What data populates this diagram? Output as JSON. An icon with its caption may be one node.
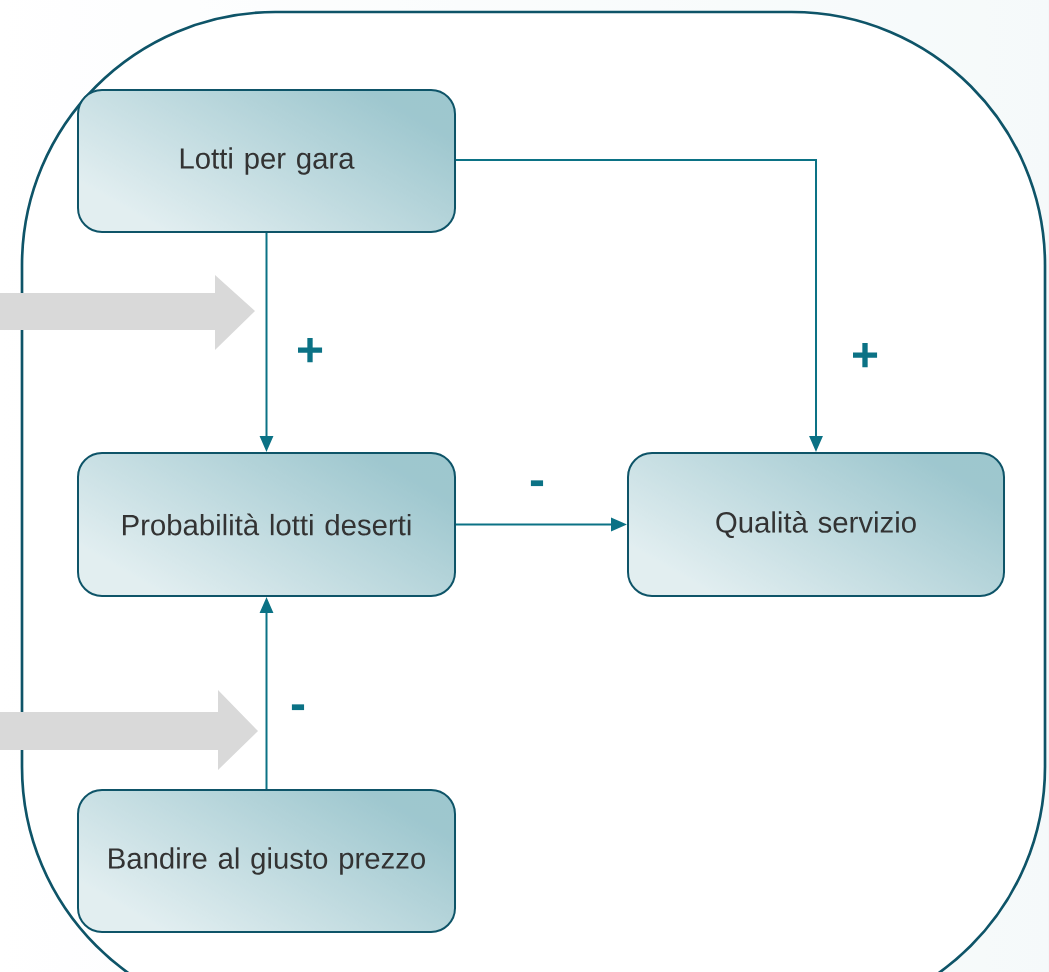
{
  "diagram": {
    "nodes": [
      {
        "text": [
          "Lotti per gara"
        ]
      },
      {
        "text": [
          "Probabilità lotti deserti"
        ]
      },
      {
        "text": [
          "Qualità servizio"
        ]
      },
      {
        "text": [
          "Bandire al giusto prezzo"
        ]
      }
    ],
    "edges": [
      {
        "from": 0,
        "to": 1,
        "arrow": "to",
        "label": "+"
      },
      {
        "from": 0,
        "to": 2,
        "arrow": "to",
        "label": "+"
      },
      {
        "from": 1,
        "to": 2,
        "arrow": "to",
        "label": "-"
      },
      {
        "from": 3,
        "to": 1,
        "arrow": "to",
        "label": "-"
      }
    ]
  }
}
